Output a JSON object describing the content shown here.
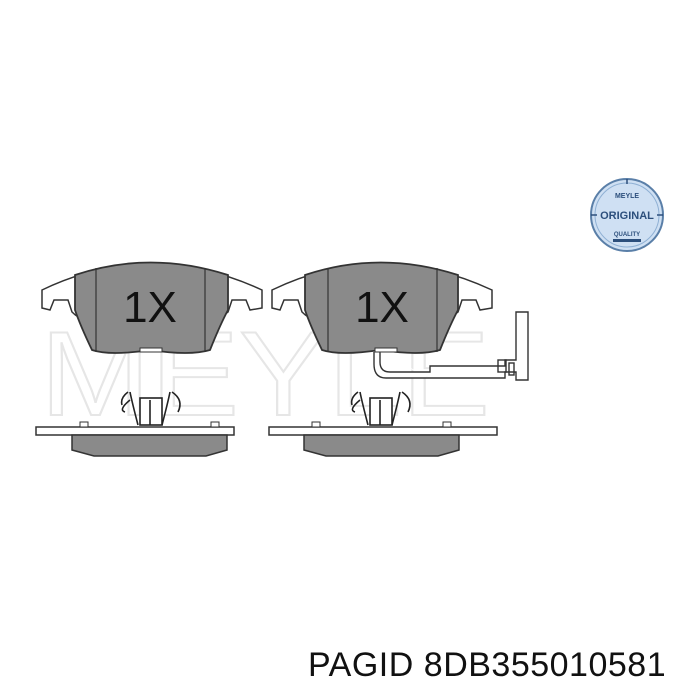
{
  "product": {
    "brand": "PAGID",
    "part_number": "8DB355010581"
  },
  "drawing": {
    "watermark": "MEYLE",
    "pads": [
      {
        "label": "1X",
        "has_wear_sensor": false
      },
      {
        "label": "1X",
        "has_wear_sensor": true
      }
    ],
    "pad_fill_color": "#8a8a8a",
    "outline_color": "#333333"
  },
  "badge": {
    "top_text": "MEYLE",
    "center_text": "ORIGINAL",
    "bottom_text": "QUALITY",
    "fill_color": "#cfe0f3",
    "text_color": "#2c4f7c"
  }
}
